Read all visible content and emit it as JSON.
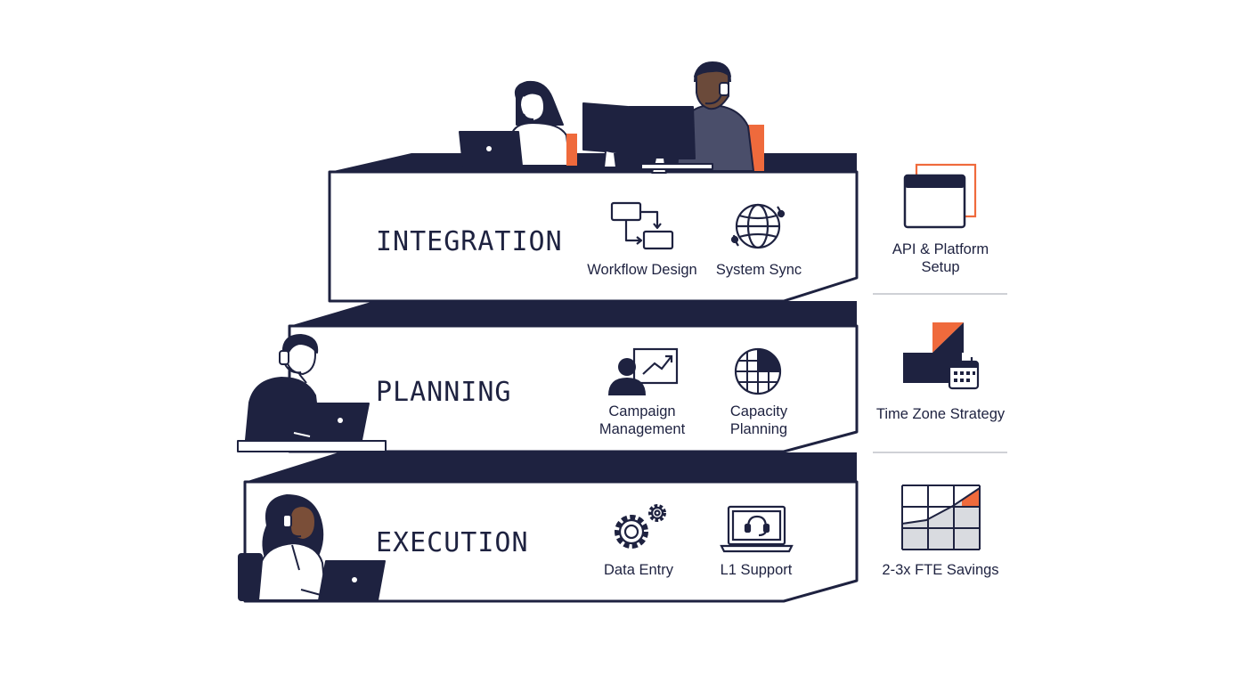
{
  "colors": {
    "navy": "#1e2240",
    "accent": "#ef6a3c",
    "line": "#1e2240",
    "divider": "#bfc2c8",
    "fill_light": "#d9dbe0"
  },
  "tiers": [
    {
      "title": "INTEGRATION",
      "items": [
        {
          "icon": "workflow-icon",
          "label_lines": [
            "Workflow Design"
          ]
        },
        {
          "icon": "globe-sync-icon",
          "label_lines": [
            "System Sync"
          ]
        }
      ]
    },
    {
      "title": "PLANNING",
      "items": [
        {
          "icon": "campaign-icon",
          "label_lines": [
            "Campaign",
            "Management"
          ]
        },
        {
          "icon": "capacity-grid-icon",
          "label_lines": [
            "Capacity",
            "Planning"
          ]
        }
      ]
    },
    {
      "title": "EXECUTION",
      "items": [
        {
          "icon": "gears-icon",
          "label_lines": [
            "Data Entry"
          ]
        },
        {
          "icon": "headset-laptop-icon",
          "label_lines": [
            "L1 Support"
          ]
        }
      ]
    }
  ],
  "side": [
    {
      "icon": "browser-window-icon",
      "label_lines": [
        "API & Platform",
        "Setup"
      ]
    },
    {
      "icon": "timezone-calendar-icon",
      "label_lines": [
        "Time Zone Strategy"
      ]
    },
    {
      "icon": "savings-chart-icon",
      "label_lines": [
        "2-3x FTE Savings"
      ]
    }
  ],
  "people": [
    {
      "icon": "agent-woman-laptop-icon"
    },
    {
      "icon": "agent-man-monitor-icon"
    },
    {
      "icon": "agent-man-laptop-icon"
    },
    {
      "icon": "agent-woman-curly-laptop-icon"
    }
  ]
}
